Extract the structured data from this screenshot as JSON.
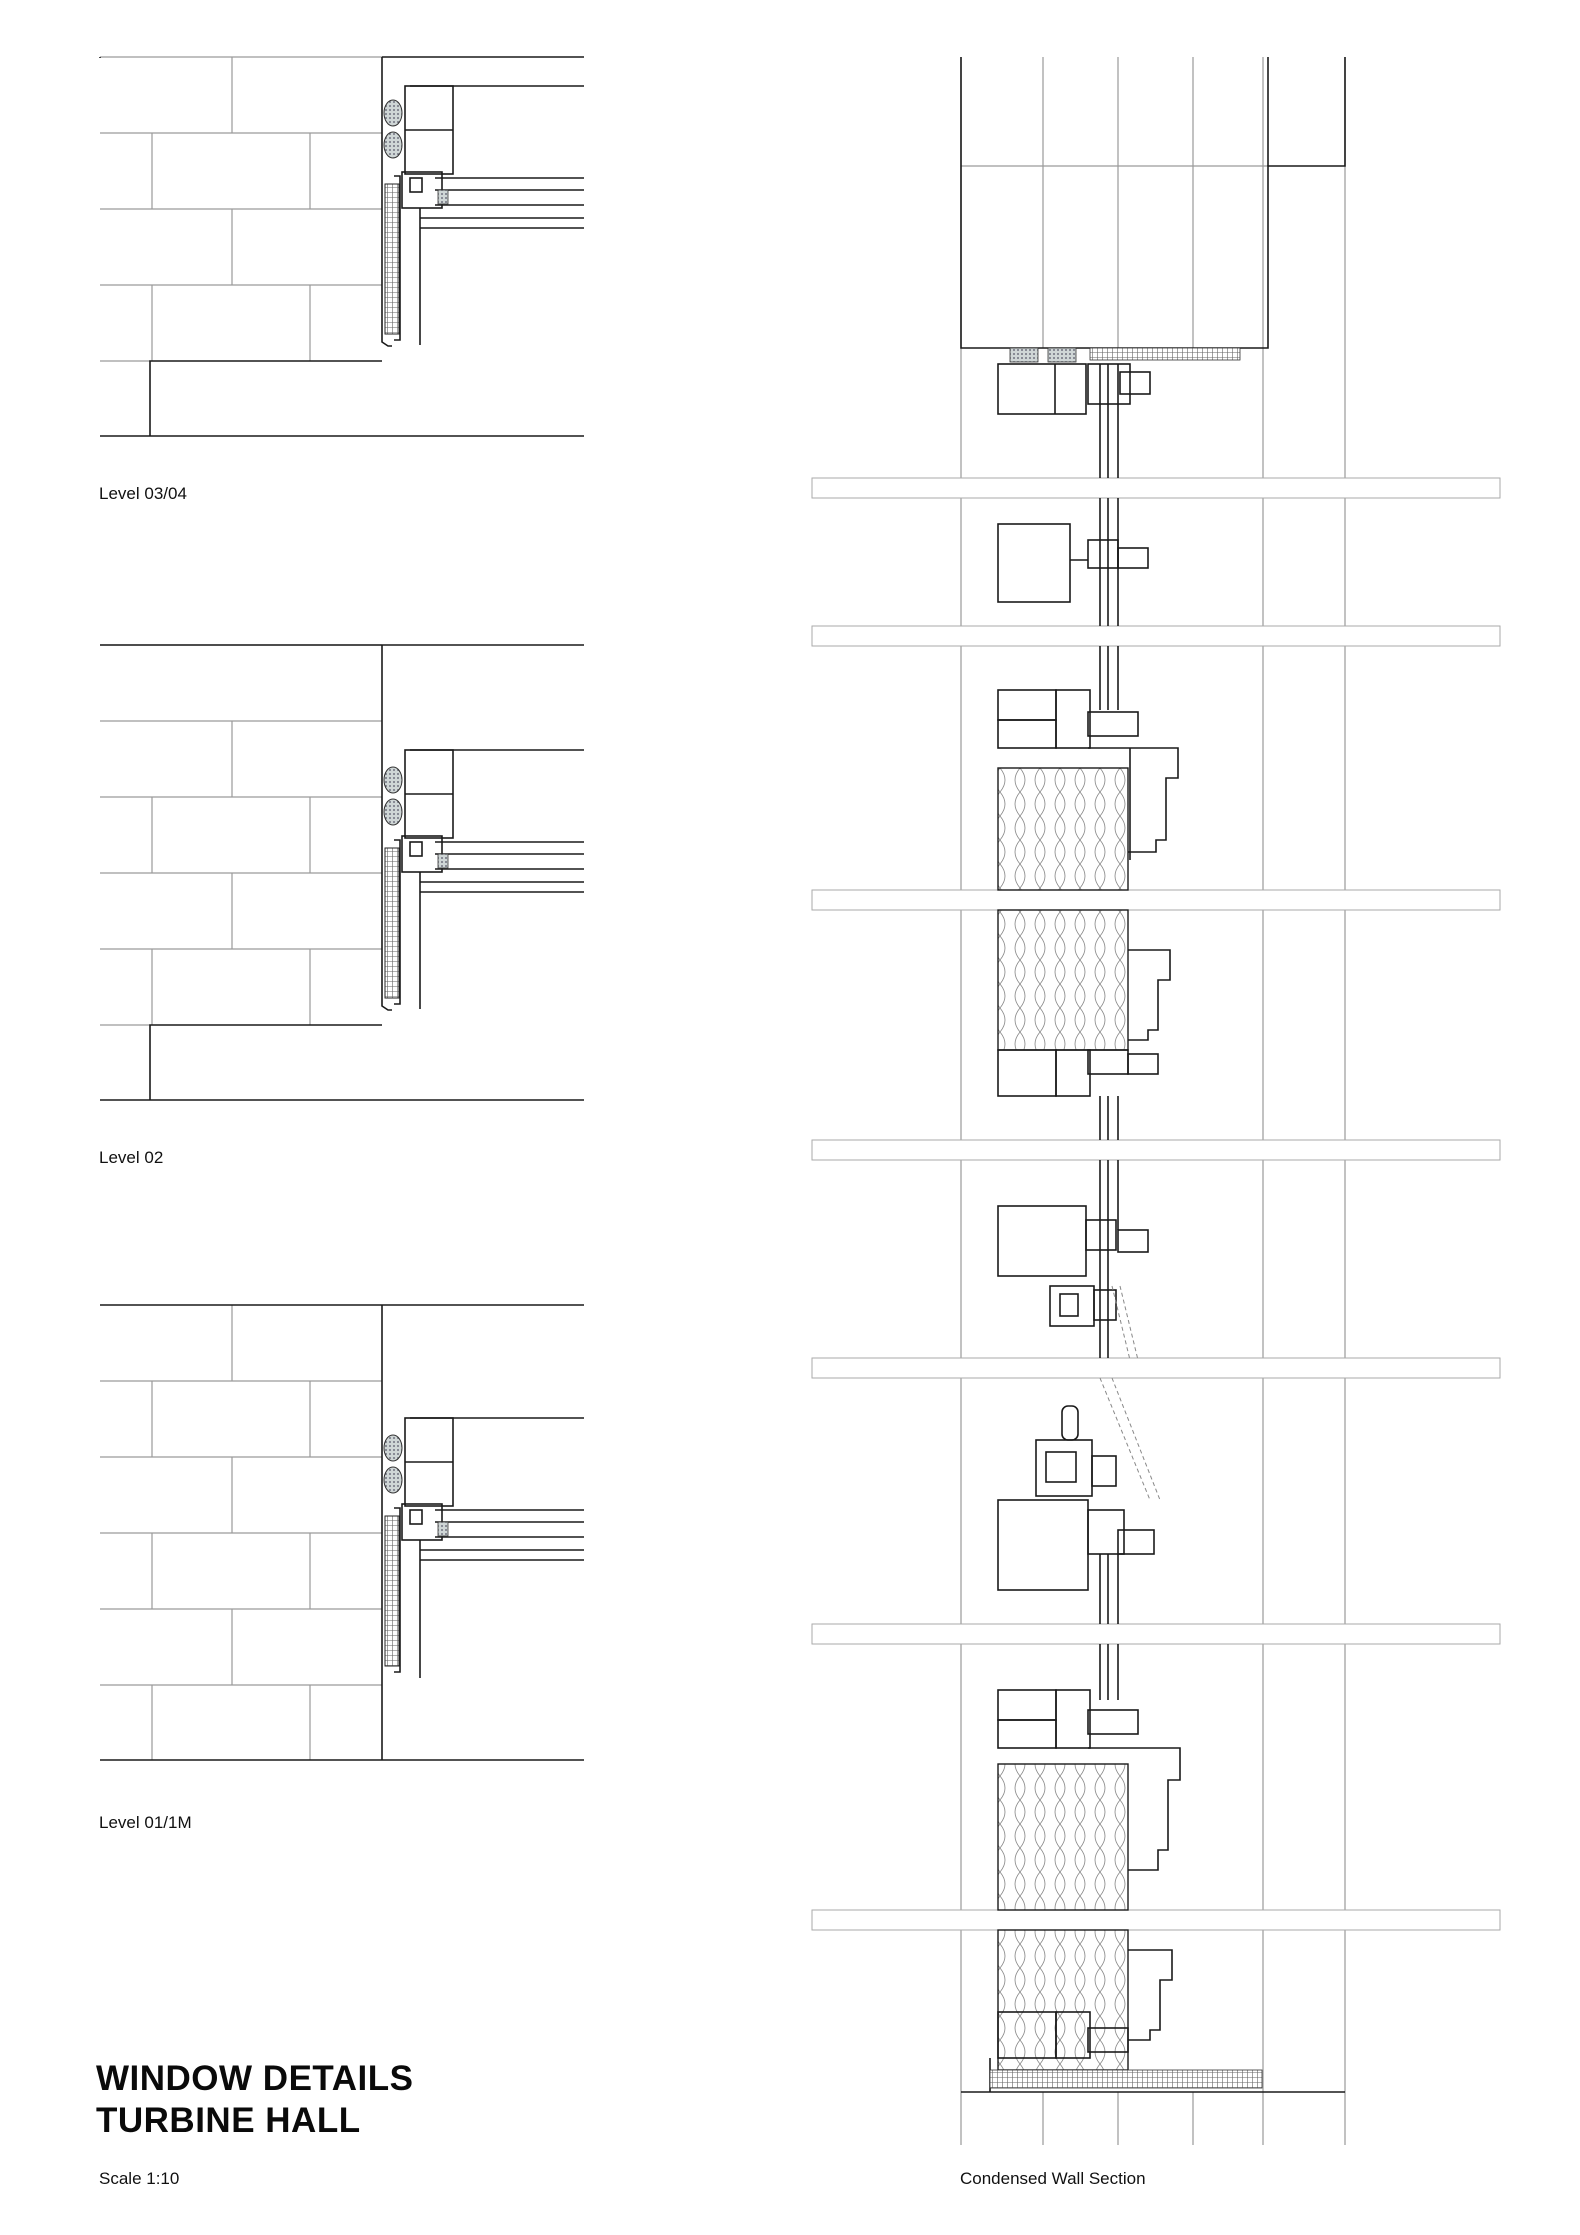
{
  "sheet": {
    "title_line1": "WINDOW DETAILS",
    "title_line2": "TURBINE HALL",
    "scale": "Scale 1:10"
  },
  "details": [
    {
      "label": "Level 03/04"
    },
    {
      "label": "Level 02"
    },
    {
      "label": "Level 01/1M"
    }
  ],
  "section": {
    "label": "Condensed Wall Section"
  },
  "colors": {
    "line": "#1a1a1a",
    "light_line": "#8a8a8a",
    "seal": "#9aa8a8"
  }
}
